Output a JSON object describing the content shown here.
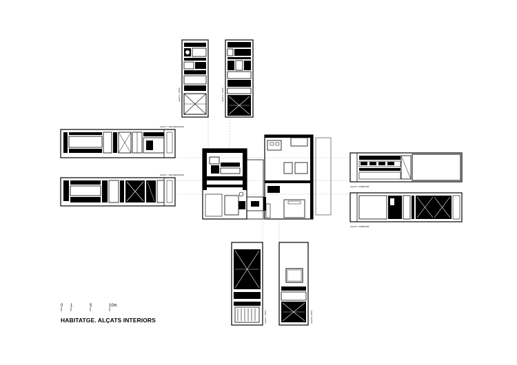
{
  "drawing_title": "HABITATGE. ALÇATS INTERIORS",
  "scale_labels": [
    "0",
    "1",
    "5",
    "10m"
  ],
  "colors": {
    "ink": "#000000",
    "paper": "#ffffff",
    "guide": "#999999"
  },
  "elevation_labels": {
    "top_left": "ALÇAT 1 · CUINA",
    "top_right": "ALÇAT 2 · CUINA",
    "left_top": "ALÇAT 3 · SALA-MENJADOR",
    "left_bottom": "ALÇAT 4 · SALA-MENJADOR",
    "right_top": "ALÇAT 5 · DORMITORI",
    "right_bottom": "ALÇAT 6 · DORMITORI",
    "bottom_left": "ALÇAT 7 · BANY",
    "bottom_right": "ALÇAT 8 · BANY"
  }
}
